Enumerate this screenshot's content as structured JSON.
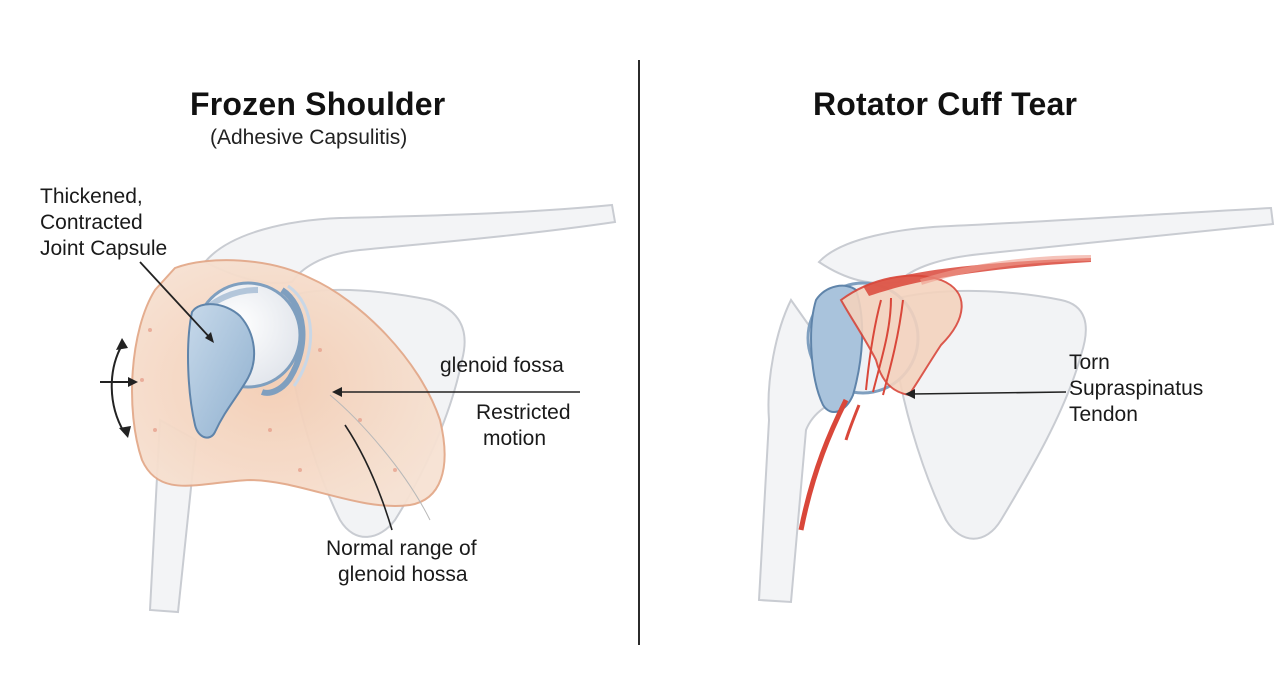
{
  "left_panel": {
    "title": "Frozen Shoulder",
    "subtitle": "(Adhesive Capsulitis)",
    "labels": {
      "capsule_line1": "Thickened,",
      "capsule_line2": "Contracted",
      "capsule_line3": "Joint Capsule",
      "glenoid_fossa": "glenoid fossa",
      "restricted_line1": "Restricted",
      "restricted_line2": "motion",
      "normal_line1": "Normal range of",
      "normal_line2": "glenoid hossa"
    }
  },
  "right_panel": {
    "title": "Rotator Cuff Tear",
    "labels": {
      "torn_line1": "Torn",
      "torn_line2": "Supraspinatus",
      "torn_line3": "Tendon"
    }
  },
  "colors": {
    "bone_outline": "#c9ccd2",
    "bone_fill": "#f3f4f6",
    "capsule_fill": "#f1c9ae",
    "cartilage_fill": "#a9c3dc",
    "tendon_red": "#d9473a",
    "divider": "#2b2b2b"
  }
}
